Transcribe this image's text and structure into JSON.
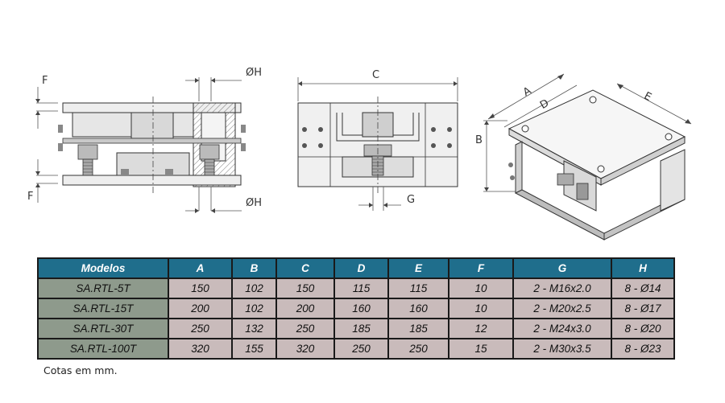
{
  "drawing": {
    "labels": {
      "F_top": "F",
      "F_bottom": "F",
      "H_top": "ØH",
      "H_bottom": "ØH",
      "C": "C",
      "G": "G",
      "A": "A",
      "D": "D",
      "E": "E",
      "B": "B"
    }
  },
  "table": {
    "headers": [
      "Modelos",
      "A",
      "B",
      "C",
      "D",
      "E",
      "F",
      "G",
      "H"
    ],
    "rows": [
      [
        "SA.RTL-5T",
        "150",
        "102",
        "150",
        "115",
        "115",
        "10",
        "2 - M16x2.0",
        "8 - Ø14"
      ],
      [
        "SA.RTL-15T",
        "200",
        "102",
        "200",
        "160",
        "160",
        "10",
        "2 - M20x2.5",
        "8 - Ø17"
      ],
      [
        "SA.RTL-30T",
        "250",
        "132",
        "250",
        "185",
        "185",
        "12",
        "2 - M24x3.0",
        "8 - Ø20"
      ],
      [
        "SA.RTL-100T",
        "320",
        "155",
        "320",
        "250",
        "250",
        "15",
        "2 - M30x3.5",
        "8 - Ø23"
      ]
    ]
  },
  "note": "Cotas em mm.",
  "colors": {
    "header_bg": "#1f6e8c",
    "model_bg": "#8e9a8c",
    "value_bg": "#c9bbbb"
  }
}
